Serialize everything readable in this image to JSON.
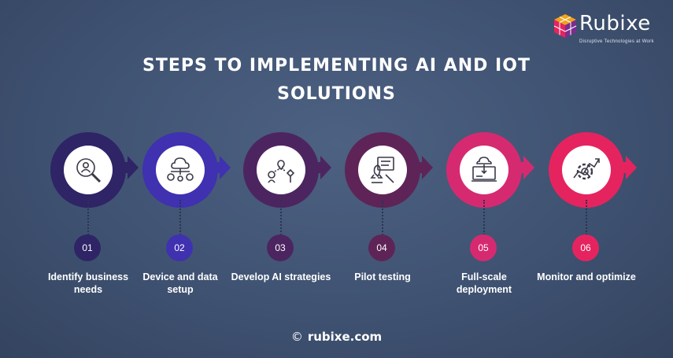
{
  "brand": {
    "name": "Rubixe",
    "tagline": "Disruptive Technologies at Work"
  },
  "title": {
    "line1": "STEPS TO IMPLEMENTING AI AND IOT",
    "line2": "SOLUTIONS"
  },
  "steps": [
    {
      "number": "01",
      "label": "Identify business needs",
      "icon": "business-analysis-icon",
      "color": "#2e2466"
    },
    {
      "number": "02",
      "label": "Device and data setup",
      "icon": "cloud-network-icon",
      "color": "#3f31b0"
    },
    {
      "number": "03",
      "label": "Develop AI strategies",
      "icon": "strategy-icon",
      "color": "#4c2560"
    },
    {
      "number": "04",
      "label": "Pilot testing",
      "icon": "testing-icon",
      "color": "#5e2457"
    },
    {
      "number": "05",
      "label": "Full-scale deployment",
      "icon": "deployment-icon",
      "color": "#d62a70"
    },
    {
      "number": "06",
      "label": "Monitor and optimize",
      "icon": "optimize-icon",
      "color": "#e5245f"
    }
  ],
  "footer": {
    "symbol": "©",
    "site": "rubixe.com"
  }
}
